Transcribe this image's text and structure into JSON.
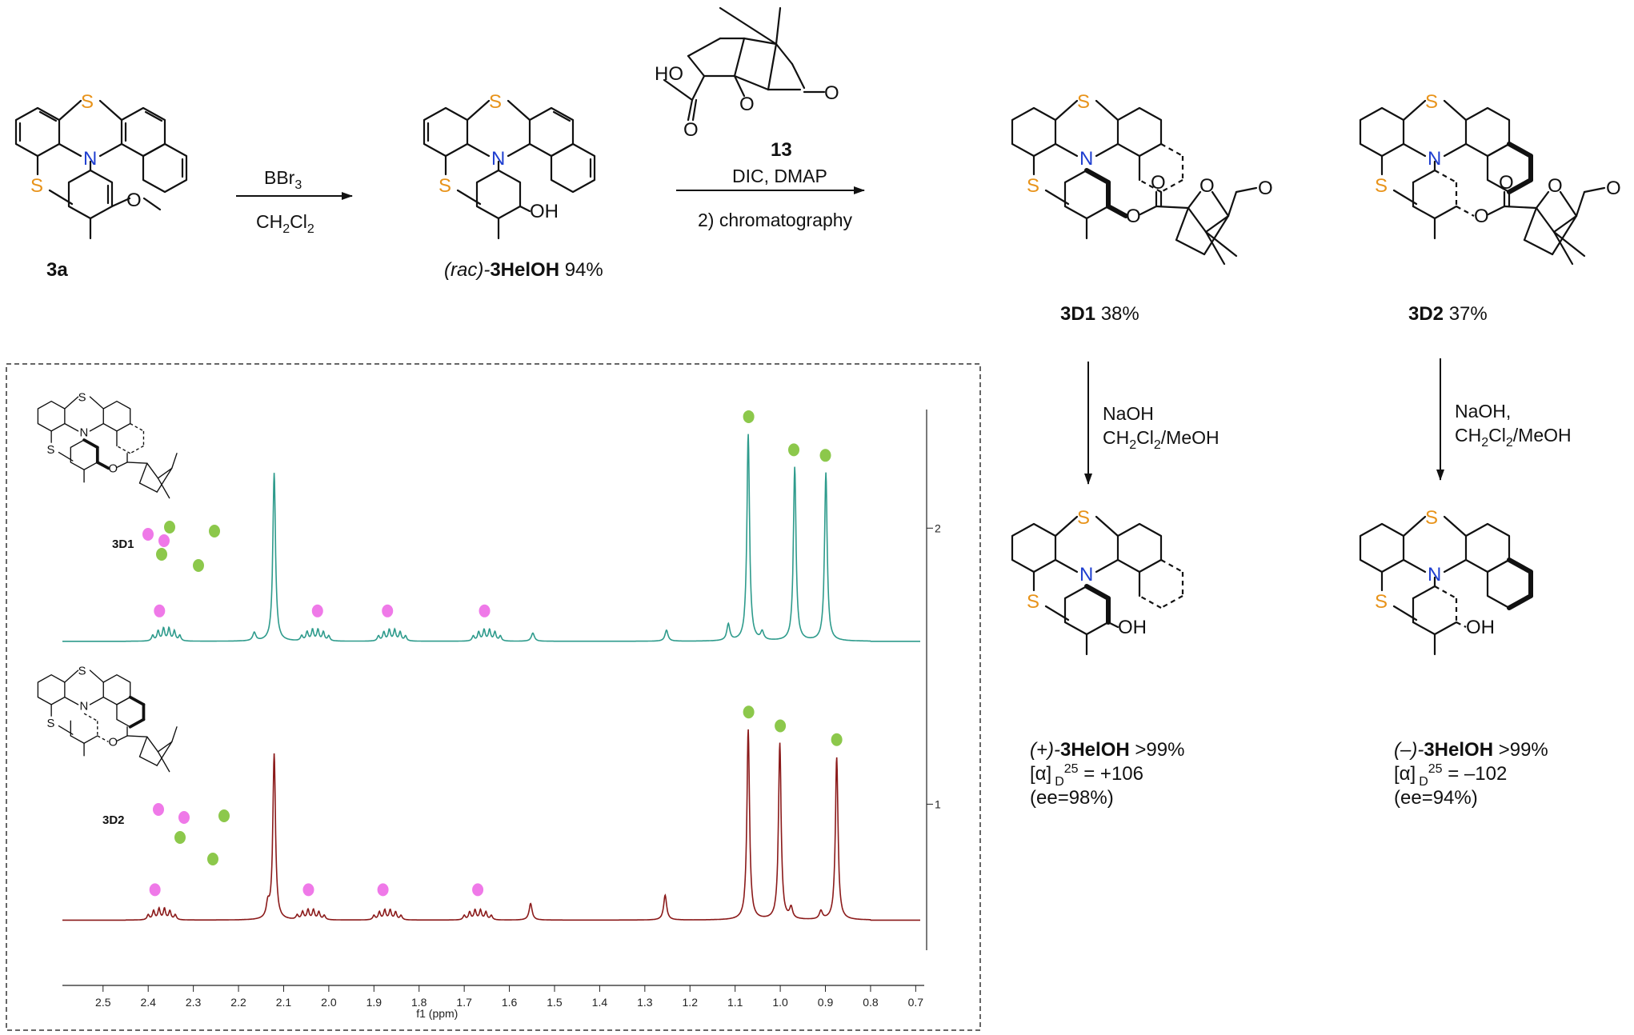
{
  "compounds": {
    "c3a": {
      "label": "3a"
    },
    "rac": {
      "prefix": "(rac)-",
      "name": "3HelOH",
      "yield": " 94%"
    },
    "c13": {
      "label": "13"
    },
    "d1": {
      "name": "3D1",
      "yield": " 38%"
    },
    "d2": {
      "name": "3D2",
      "yield": " 37%"
    },
    "plus": {
      "prefix": "(+)-",
      "name": "3HelOH",
      "yield": " >99%",
      "rotation_prefix": "[α]",
      "rotation_sub": "D",
      "rotation_sup": "25",
      "rotation_value": " = +106",
      "ee": "(ee=98%)"
    },
    "minus": {
      "prefix": "(–)-",
      "name": "3HelOH",
      "yield": " >99%",
      "rotation_prefix": "[α]",
      "rotation_sub": "D",
      "rotation_sup": "25",
      "rotation_value": " = –102",
      "ee": "(ee=94%)"
    }
  },
  "conditions": {
    "step1_top": "BBr",
    "step1_top_sub": "3",
    "step1_bottom_a": "CH",
    "step1_bottom_sub1": "2",
    "step1_bottom_b": "Cl",
    "step1_bottom_sub2": "2",
    "step2_top": "DIC, DMAP",
    "step2_bottom": "2) chromatography",
    "hydrolysis1_line1": "NaOH",
    "hydrolysis1_line2a": "CH",
    "hydrolysis1_line2_sub1": "2",
    "hydrolysis1_line2b": "Cl",
    "hydrolysis1_line2_sub2": "2",
    "hydrolysis1_line2c": "/MeOH",
    "hydrolysis2_line1": "NaOH,",
    "hydrolysis2_line2a": "CH",
    "hydrolysis2_line2_sub1": "2",
    "hydrolysis2_line2b": "Cl",
    "hydrolysis2_line2_sub2": "2",
    "hydrolysis2_line2c": "/MeOH"
  },
  "atoms": {
    "S": "S",
    "N": "N",
    "O": "O",
    "OH": "OH",
    "HO": "HO"
  },
  "colors": {
    "sulfur": "#e8931a",
    "nitrogen": "#1f3fd0",
    "trace_3d1": "#2e9b8c",
    "trace_3d2": "#8b1a1a",
    "marker_pink": "#ef79e8",
    "marker_green": "#8cc84b"
  },
  "inset": {
    "label_3d1": "3D1",
    "label_3d2": "3D2"
  },
  "chart_data": {
    "type": "line",
    "xlabel": "f1 (ppm)",
    "ylabel": "",
    "x_ticks": [
      2.5,
      2.4,
      2.3,
      2.2,
      2.1,
      2.0,
      1.9,
      1.8,
      1.7,
      1.6,
      1.5,
      1.4,
      1.3,
      1.2,
      1.1,
      1.0,
      0.9,
      0.8,
      0.7
    ],
    "x_tick_labels": [
      "2.5",
      "2.4",
      "2.3",
      "2.2",
      "2.1",
      "2.0",
      "1.9",
      "1.8",
      "1.7",
      "1.6",
      "1.5",
      "1.4",
      "1.3",
      "1.2",
      "1.1",
      "1.0",
      "0.9",
      "0.8",
      "0.7"
    ],
    "xlim": [
      2.59,
      0.69
    ],
    "y_ticks": [
      1,
      2
    ],
    "y_tick_labels": [
      "1",
      "2"
    ],
    "ylim": [
      0.5,
      2.45
    ],
    "grid": false,
    "series": [
      {
        "baseline": 1.59,
        "major_peaks": [
          {
            "ppm": 2.121,
            "height": 0.61
          },
          {
            "ppm": 1.071,
            "height": 0.75
          },
          {
            "ppm": 0.968,
            "height": 0.63
          },
          {
            "ppm": 0.899,
            "height": 0.61
          }
        ],
        "multiplets": [
          {
            "ppm": 2.36,
            "height": 0.045
          },
          {
            "ppm": 2.03,
            "height": 0.04
          },
          {
            "ppm": 1.86,
            "height": 0.04
          },
          {
            "ppm": 1.65,
            "height": 0.04
          }
        ],
        "minor_peaks": [
          {
            "ppm": 2.165,
            "height": 0.03
          },
          {
            "ppm": 1.548,
            "height": 0.03
          },
          {
            "ppm": 1.252,
            "height": 0.04
          },
          {
            "ppm": 1.115,
            "height": 0.06
          },
          {
            "ppm": 1.04,
            "height": 0.03
          }
        ],
        "pink_markers": [
          2.375,
          2.025,
          1.87,
          1.655
        ],
        "green_markers": [
          1.07,
          0.97,
          0.9
        ]
      },
      {
        "baseline": 0.58,
        "major_peaks": [
          {
            "ppm": 2.121,
            "height": 0.6
          },
          {
            "ppm": 1.071,
            "height": 0.69
          },
          {
            "ppm": 1.001,
            "height": 0.64
          },
          {
            "ppm": 0.875,
            "height": 0.59
          }
        ],
        "multiplets": [
          {
            "ppm": 2.37,
            "height": 0.04
          },
          {
            "ppm": 2.04,
            "height": 0.035
          },
          {
            "ppm": 1.87,
            "height": 0.035
          },
          {
            "ppm": 1.67,
            "height": 0.035
          }
        ],
        "minor_peaks": [
          {
            "ppm": 2.135,
            "height": 0.05
          },
          {
            "ppm": 1.553,
            "height": 0.06
          },
          {
            "ppm": 1.255,
            "height": 0.09
          },
          {
            "ppm": 0.976,
            "height": 0.04
          },
          {
            "ppm": 0.91,
            "height": 0.03
          }
        ],
        "pink_markers": [
          2.385,
          2.045,
          1.88,
          1.67
        ],
        "green_markers": [
          1.07,
          1.0,
          0.875
        ]
      }
    ]
  }
}
